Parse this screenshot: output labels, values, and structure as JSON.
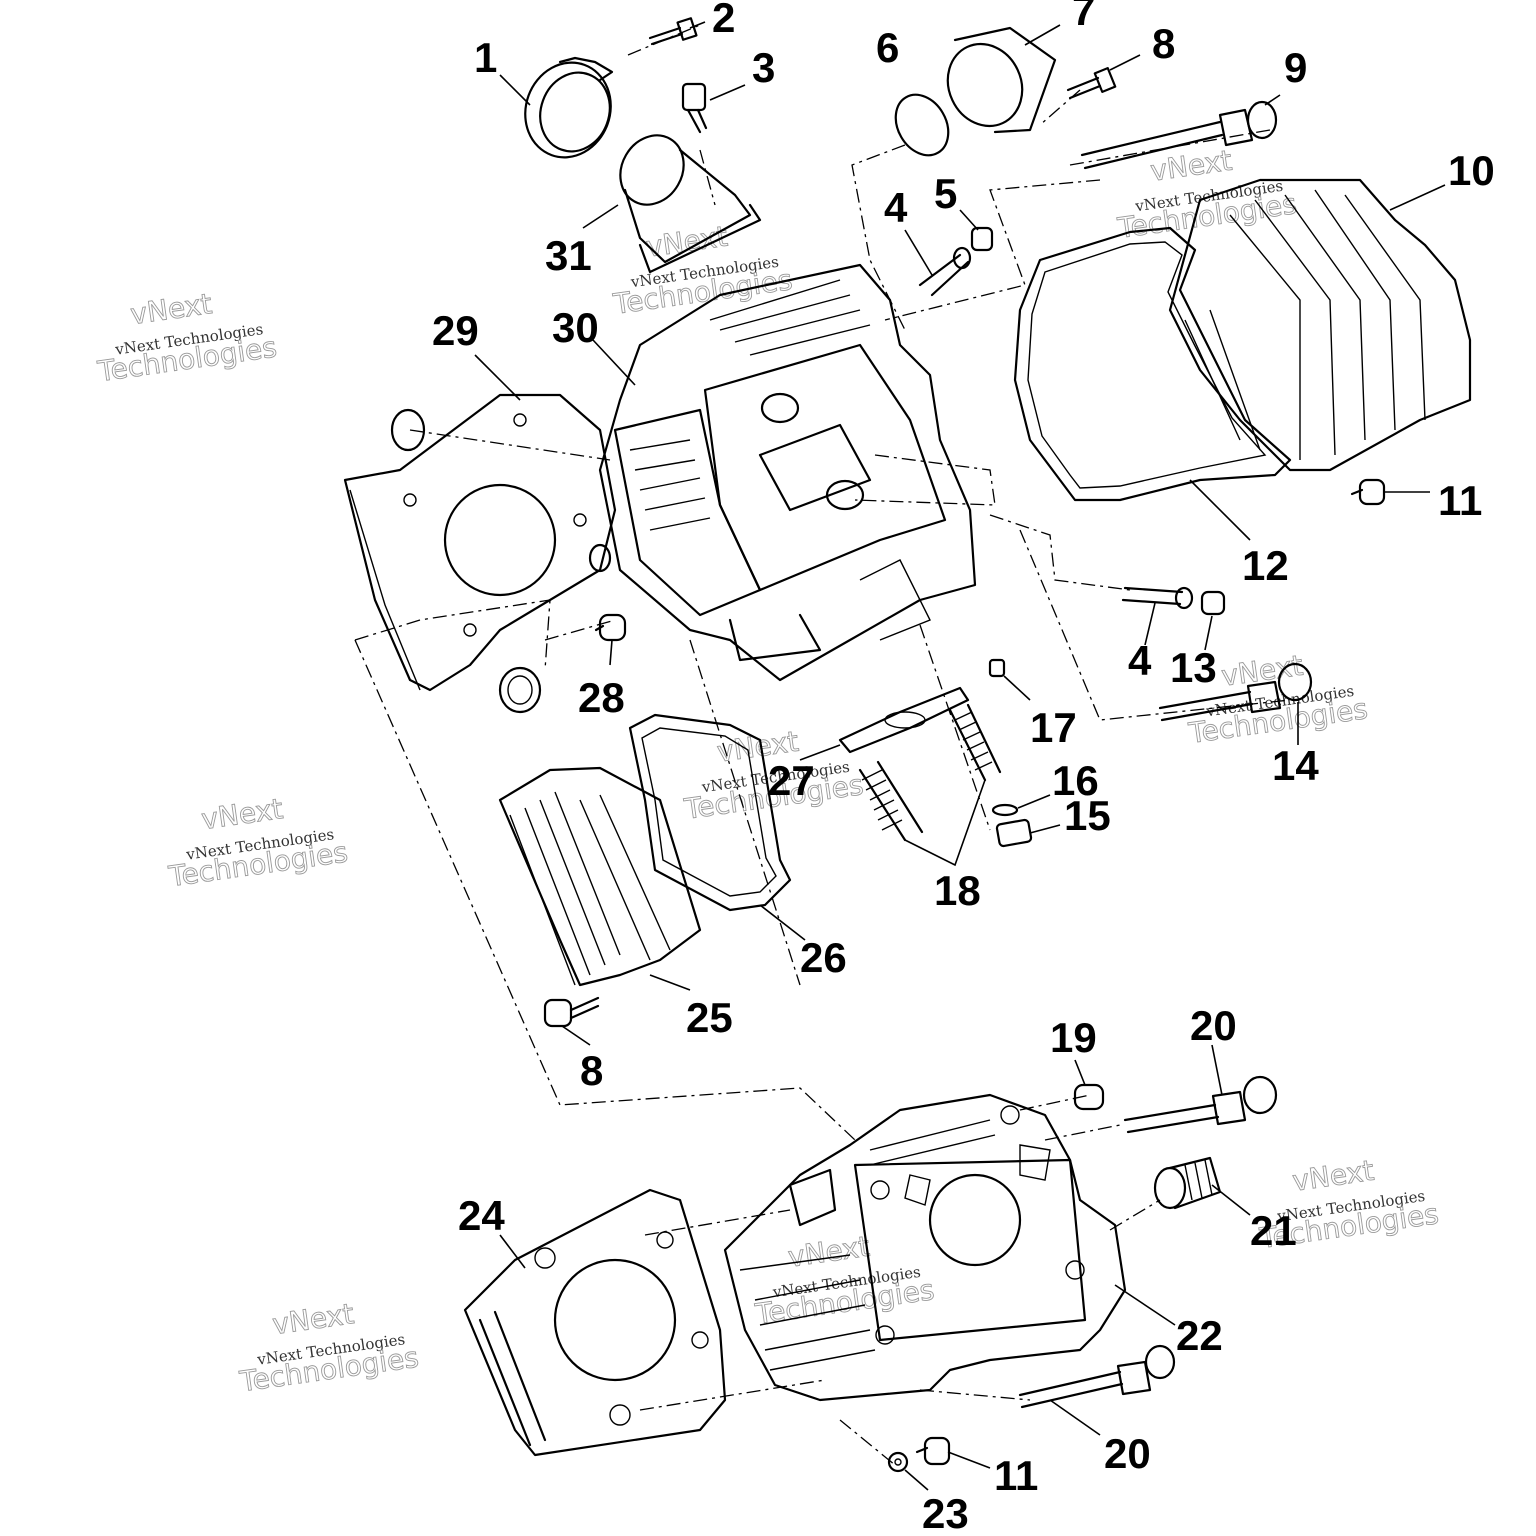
{
  "callouts": [
    {
      "id": "c1",
      "label": "1"
    },
    {
      "id": "c2",
      "label": "2"
    },
    {
      "id": "c3",
      "label": "3"
    },
    {
      "id": "c4a",
      "label": "4"
    },
    {
      "id": "c4b",
      "label": "4"
    },
    {
      "id": "c5",
      "label": "5"
    },
    {
      "id": "c6",
      "label": "6"
    },
    {
      "id": "c7",
      "label": "7"
    },
    {
      "id": "c8a",
      "label": "8"
    },
    {
      "id": "c8b",
      "label": "8"
    },
    {
      "id": "c9",
      "label": "9"
    },
    {
      "id": "c10",
      "label": "10"
    },
    {
      "id": "c11a",
      "label": "11"
    },
    {
      "id": "c11b",
      "label": "11"
    },
    {
      "id": "c12",
      "label": "12"
    },
    {
      "id": "c13",
      "label": "13"
    },
    {
      "id": "c14",
      "label": "14"
    },
    {
      "id": "c15",
      "label": "15"
    },
    {
      "id": "c16",
      "label": "16"
    },
    {
      "id": "c17",
      "label": "17"
    },
    {
      "id": "c18",
      "label": "18"
    },
    {
      "id": "c19",
      "label": "19"
    },
    {
      "id": "c20a",
      "label": "20"
    },
    {
      "id": "c20b",
      "label": "20"
    },
    {
      "id": "c21",
      "label": "21"
    },
    {
      "id": "c22",
      "label": "22"
    },
    {
      "id": "c23",
      "label": "23"
    },
    {
      "id": "c24",
      "label": "24"
    },
    {
      "id": "c25",
      "label": "25"
    },
    {
      "id": "c26",
      "label": "26"
    },
    {
      "id": "c27",
      "label": "27"
    },
    {
      "id": "c28",
      "label": "28"
    },
    {
      "id": "c29",
      "label": "29"
    },
    {
      "id": "c30",
      "label": "30"
    },
    {
      "id": "c31",
      "label": "31"
    }
  ],
  "watermark": {
    "brand": "vNext",
    "company": "vNext Technologies",
    "word": "Technologies"
  }
}
